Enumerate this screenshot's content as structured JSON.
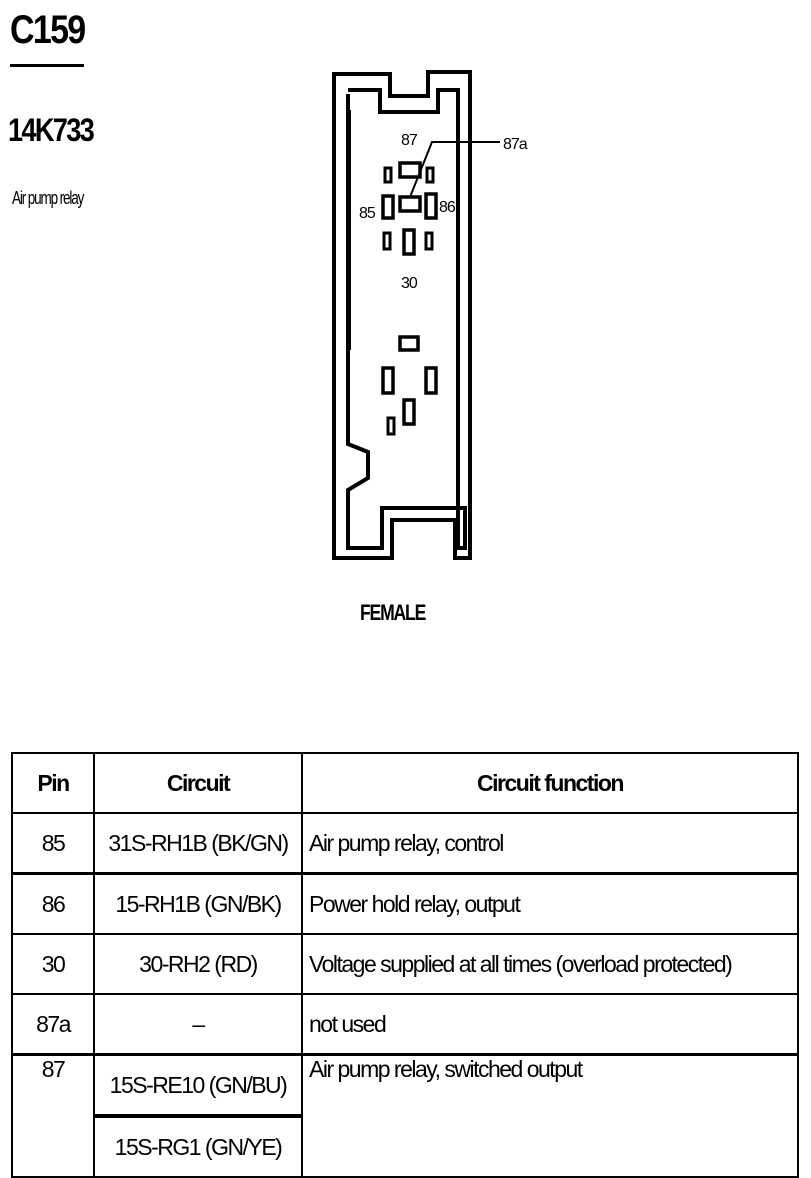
{
  "connector": {
    "id": "C159",
    "part_number": "14K733",
    "description": "Air pump relay",
    "gender": "FEMALE"
  },
  "diagram": {
    "pin_labels": {
      "p87": "87",
      "p87a": "87a",
      "p85": "85",
      "p86": "86",
      "p30": "30"
    }
  },
  "table": {
    "headers": {
      "pin": "Pin",
      "circuit": "Circuit",
      "function": "Circuit function"
    },
    "rows": [
      {
        "pin": "85",
        "circuit": "31S-RH1B (BK/GN)",
        "function": "Air pump relay, control"
      },
      {
        "pin": "86",
        "circuit": "15-RH1B (GN/BK)",
        "function": "Power hold relay, output"
      },
      {
        "pin": "30",
        "circuit": "30-RH2 (RD)",
        "function": "Voltage supplied at all times (overload protected)"
      },
      {
        "pin": "87a",
        "circuit": "–",
        "function": "not used"
      },
      {
        "pin": "87",
        "circuit": "15S-RE10 (GN/BU)",
        "circuit_2": "15S-RG1 (GN/YE)",
        "function": "Air pump relay, switched output"
      }
    ]
  }
}
